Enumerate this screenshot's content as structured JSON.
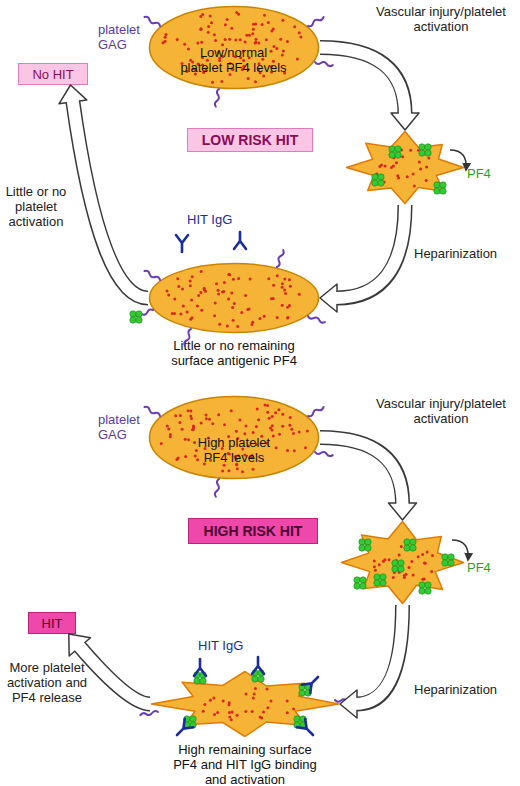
{
  "diagram": {
    "nodes": [
      {
        "text": [
          "Low/normal platelet PF4 levels"
        ]
      },
      {
        "text": [
          "PF4"
        ]
      },
      {
        "text": [
          "LOW RISK HIT"
        ]
      },
      {
        "text": [
          "Little or no remaining surface antigenic PF4"
        ]
      },
      {
        "text": [
          "No HIT"
        ]
      },
      {
        "text": [
          "High platelet PF4 levels"
        ]
      },
      {
        "text": [
          "PF4"
        ]
      },
      {
        "text": [
          "HIGH RISK HIT"
        ]
      },
      {
        "text": [
          "High remaining surface PF4 and HIT IgG binding and activation"
        ]
      },
      {
        "text": [
          "HIT"
        ]
      }
    ],
    "edges": [
      {
        "from": 0,
        "to": 1,
        "label": "Vascular injury/platelet activation",
        "arrow": "to"
      },
      {
        "from": 1,
        "to": 3,
        "label": "Heparinization",
        "arrow": "to"
      },
      {
        "from": 3,
        "to": 4,
        "label": "Little or no platelet activation",
        "arrow": "to"
      },
      {
        "from": 5,
        "to": 6,
        "label": "Vascular injury/platelet activation",
        "arrow": "to"
      },
      {
        "from": 6,
        "to": 8,
        "label": "Heparinization",
        "arrow": "to"
      },
      {
        "from": 8,
        "to": 9,
        "label": "More platelet activation and PF4 release",
        "arrow": "to"
      }
    ],
    "labels": [
      "platelet GAG",
      "HIT IgG",
      "platelet GAG",
      "HIT IgG"
    ]
  }
}
